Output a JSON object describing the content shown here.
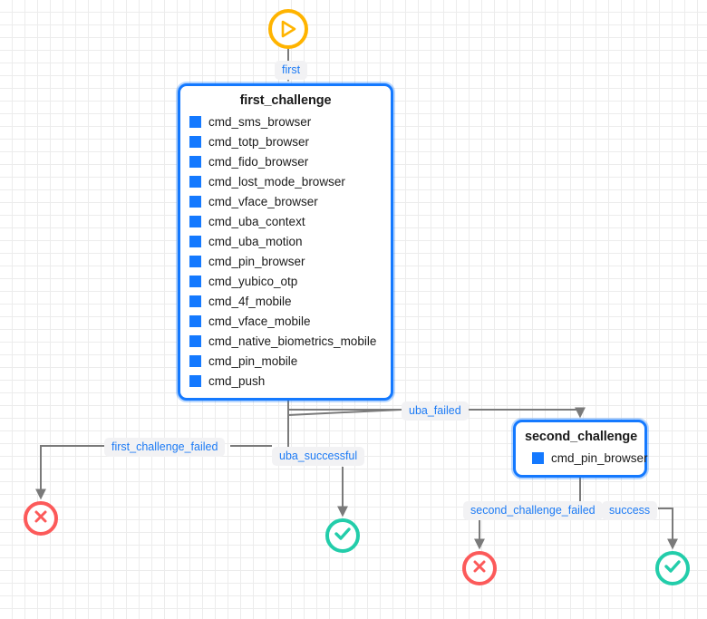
{
  "diagram": {
    "type": "flowchart",
    "background": "grid",
    "colors": {
      "node_border": "#1479ff",
      "node_item_square": "#1479ff",
      "start_border": "#ffb400",
      "fail_border": "#fc5a5a",
      "success_border": "#23cdaa",
      "edge_line": "#7a7a7a",
      "edge_label_text": "#1d7bf5",
      "edge_label_bg": "#f2f2f4",
      "grid_line": "#ececec"
    },
    "nodes": {
      "start": {
        "kind": "start",
        "icon": "play-icon"
      },
      "first_challenge": {
        "kind": "process",
        "title": "first_challenge",
        "items": [
          "cmd_sms_browser",
          "cmd_totp_browser",
          "cmd_fido_browser",
          "cmd_lost_mode_browser",
          "cmd_vface_browser",
          "cmd_uba_context",
          "cmd_uba_motion",
          "cmd_pin_browser",
          "cmd_yubico_otp",
          "cmd_4f_mobile",
          "cmd_vface_mobile",
          "cmd_native_biometrics_mobile",
          "cmd_pin_mobile",
          "cmd_push"
        ]
      },
      "second_challenge": {
        "kind": "process",
        "title": "second_challenge",
        "items": [
          "cmd_pin_browser"
        ]
      },
      "fail_1": {
        "kind": "terminal-fail",
        "icon": "x-circle-icon"
      },
      "ok_1": {
        "kind": "terminal-success",
        "icon": "check-circle-icon"
      },
      "fail_2": {
        "kind": "terminal-fail",
        "icon": "x-circle-icon"
      },
      "ok_2": {
        "kind": "terminal-success",
        "icon": "check-circle-icon"
      }
    },
    "edges": [
      {
        "id": "first",
        "label": "first",
        "from": "start",
        "to": "first_challenge"
      },
      {
        "id": "first_challenge_failed",
        "label": "first_challenge_failed",
        "from": "first_challenge",
        "to": "fail_1"
      },
      {
        "id": "uba_successful",
        "label": "uba_successful",
        "from": "first_challenge",
        "to": "ok_1"
      },
      {
        "id": "uba_failed",
        "label": "uba_failed",
        "from": "first_challenge",
        "to": "second_challenge"
      },
      {
        "id": "second_challenge_failed",
        "label": "second_challenge_failed",
        "from": "second_challenge",
        "to": "fail_2"
      },
      {
        "id": "success",
        "label": "success",
        "from": "second_challenge",
        "to": "ok_2"
      }
    ]
  }
}
